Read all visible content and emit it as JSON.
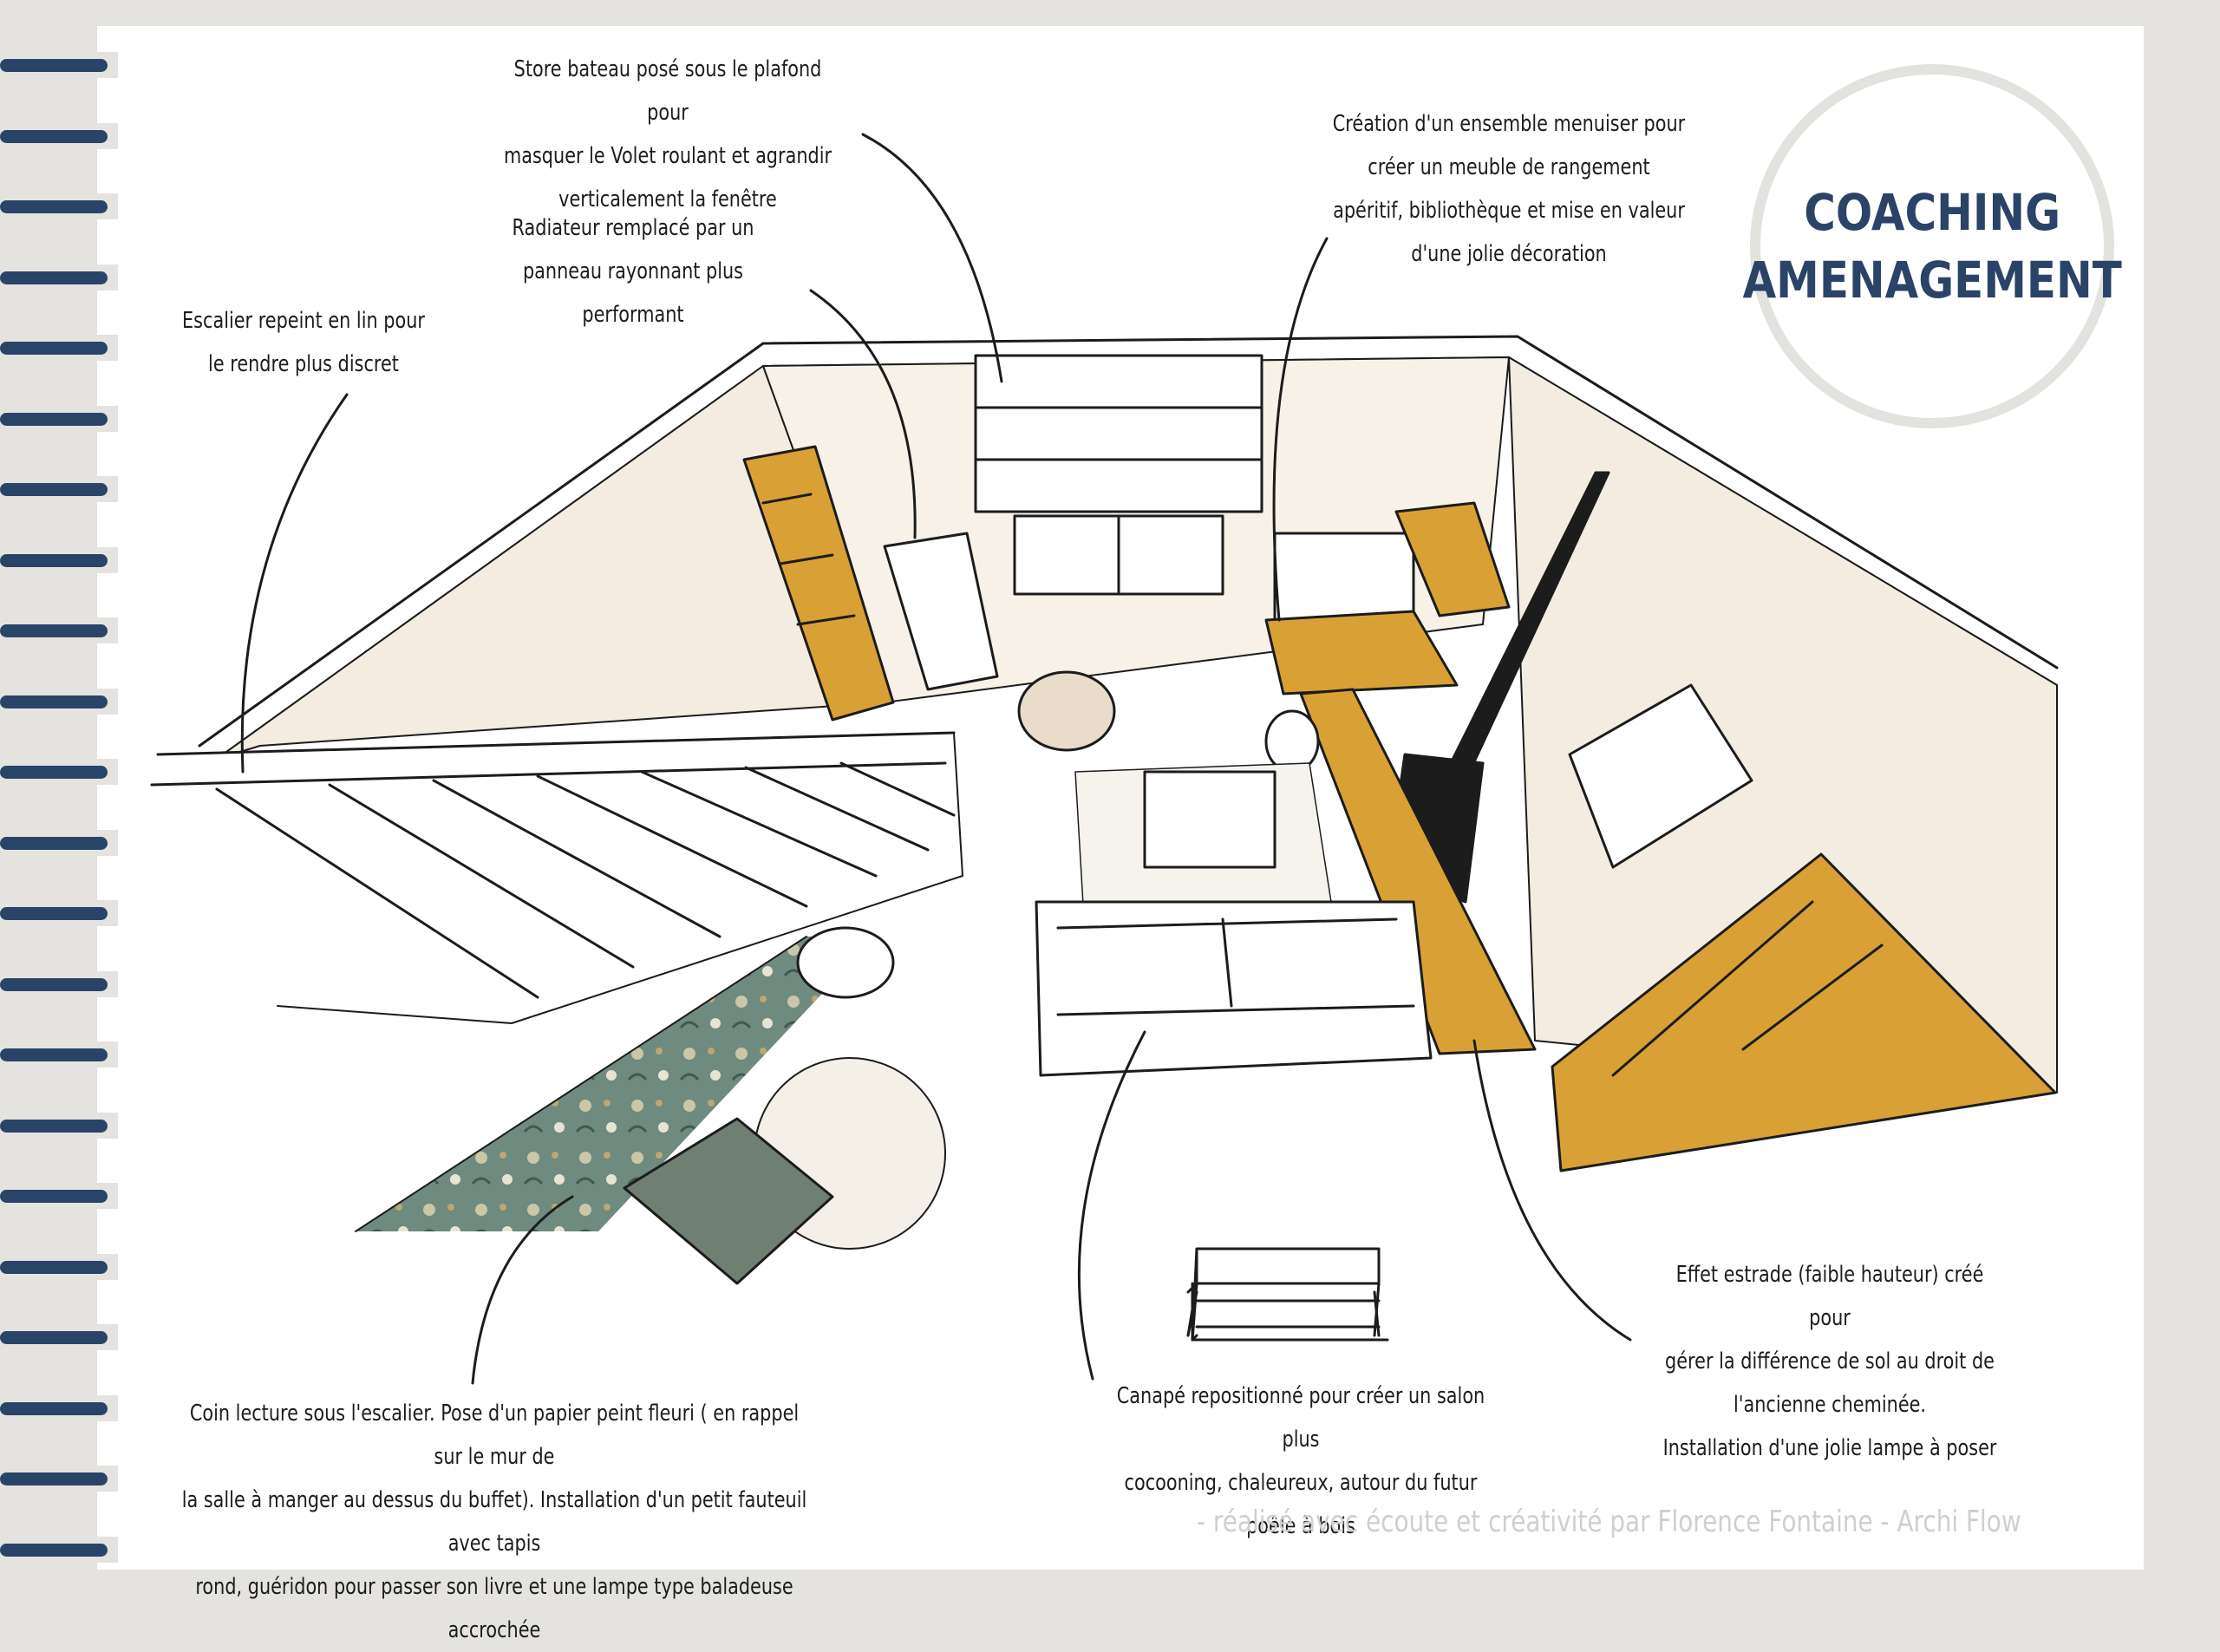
{
  "badge": {
    "title": "COACHING\nAMENAGEMENT"
  },
  "notes": {
    "store": "Store bateau posé sous le plafond pour\nmasquer le Volet roulant et agrandir\nverticalement la fenêtre",
    "radiateur": "Radiateur remplacé par un\npanneau rayonnant plus performant",
    "escalier": "Escalier repeint en lin pour\nle rendre plus discret",
    "menuiser": "Création d'un ensemble menuiser pour\ncréer un meuble de rangement\napéritif, bibliothèque et mise en valeur\nd'une jolie décoration",
    "lecture": "Coin lecture sous l'escalier. Pose d'un papier peint fleuri ( en rappel sur le mur de\nla salle à manger au dessus du buffet). Installation d'un petit fauteuil avec tapis\nrond, guéridon pour passer son livre et une lampe type baladeuse accrochée",
    "canape": "Canapé repositionné pour créer un salon plus\ncocooning, chaleureux, autour du futur poêle à bois",
    "estrade": "Effet estrade (faible hauteur) créé pour\ngérer la différence de sol au droit de\nl'ancienne cheminée.\nInstallation d'une jolie lampe à poser"
  },
  "credit": "- réalisé avec écoute et créativité par Florence Fontaine - Archi Flow",
  "colors": {
    "navy": "#2a4468",
    "ochre": "#d9a135",
    "wall": "#f4ece1",
    "sage": "#6f8a7e",
    "ink": "#1c1c1c"
  }
}
